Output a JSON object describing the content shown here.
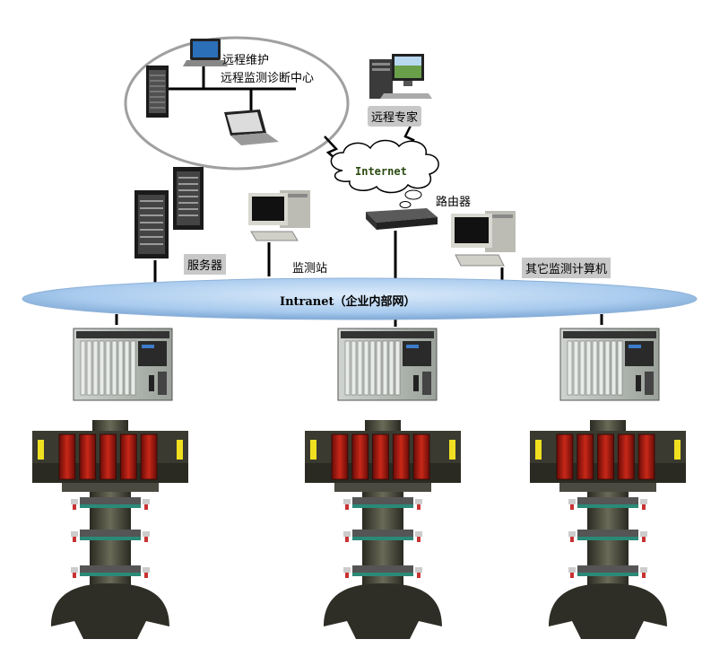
{
  "remote_center": {
    "line1": "远程维护",
    "line2": "远程监测诊断中心"
  },
  "remote_expert": {
    "label": "远程专家"
  },
  "internet": {
    "label": "Internet"
  },
  "router": {
    "label": "路由器"
  },
  "server": {
    "label": "服务器"
  },
  "monitor_station": {
    "label": "监测站"
  },
  "other_computers": {
    "label": "其它监测计算机"
  },
  "intranet": {
    "label": "Intranet（企业内部网）"
  },
  "colors": {
    "intranet_fill": "#a9cbee",
    "bubble_stroke": "#a0a0a0",
    "rotor_red": "#a81c12",
    "rotor_body": "#3a3a30",
    "rotor_yellow": "#f0e020"
  }
}
